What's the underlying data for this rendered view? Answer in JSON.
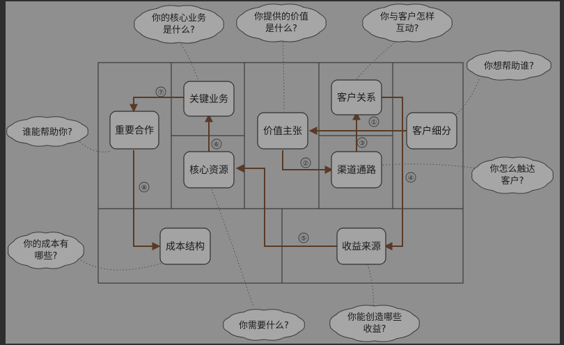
{
  "blocks": {
    "key_partners": "重要合作",
    "key_activities": "关键业务",
    "key_resources": "核心资源",
    "value_propositions": "价值主张",
    "customer_relationships": "客户关系",
    "channels": "渠道通路",
    "customer_segments": "客户细分",
    "cost_structure": "成本结构",
    "revenue_streams": "收益来源"
  },
  "questions": {
    "core_business": [
      "你的核心业务",
      "是什么?"
    ],
    "value_offered": [
      "你提供的价值",
      "是什么?"
    ],
    "interaction": [
      "你与客户怎样",
      "互动?"
    ],
    "help_who": [
      "你想帮助谁?"
    ],
    "who_helps": [
      "谁能帮助你?"
    ],
    "reach": [
      "你怎么触达",
      "客户?"
    ],
    "costs": [
      "你的成本有",
      "哪些?"
    ],
    "needs": [
      "你需要什么?"
    ],
    "revenue": [
      "你能创造哪些",
      "收益?"
    ]
  },
  "steps": [
    "①",
    "②",
    "③",
    "④",
    "⑤",
    "⑥",
    "⑦",
    "⑧"
  ],
  "colors": {
    "background": "#2e2e2e",
    "canvas": "#8f8f8f",
    "arrow": "#5a3a26"
  }
}
